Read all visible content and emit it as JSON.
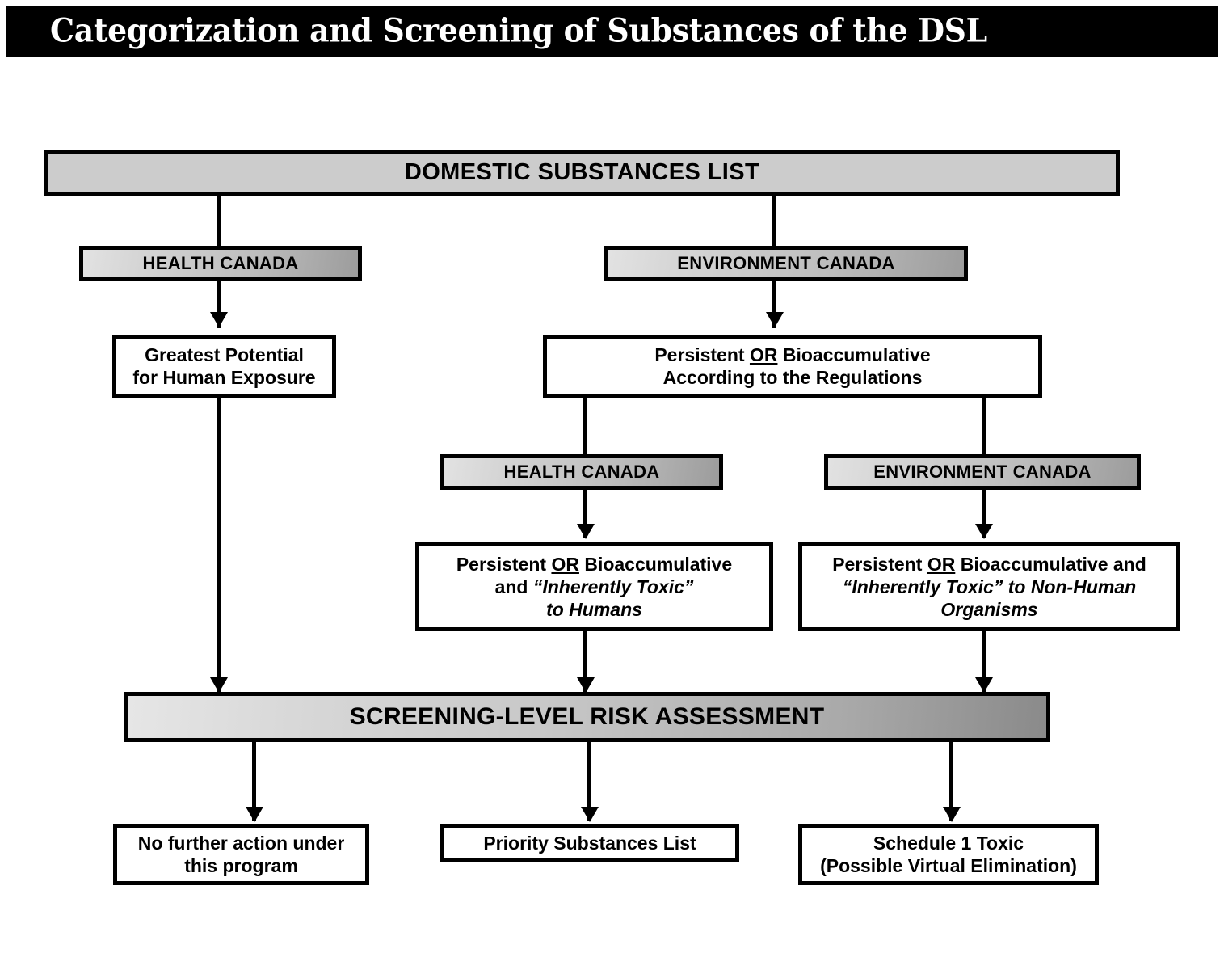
{
  "banner": {
    "title": "Categorization and Screening of Substances of the DSL"
  },
  "nodes": {
    "dsl": {
      "label": "DOMESTIC SUBSTANCES LIST"
    },
    "hc_top": {
      "label": "HEALTH CANADA"
    },
    "ec_top": {
      "label": "ENVIRONMENT CANADA"
    },
    "greatest_potential": {
      "line1": "Greatest Potential",
      "line2": "for Human Exposure"
    },
    "persistent_regs": {
      "l1_a": "Persistent ",
      "l1_or": "OR",
      "l1_b": " Bioaccumulative",
      "line2": "According to the Regulations"
    },
    "hc_mid": {
      "label": "HEALTH CANADA"
    },
    "ec_mid": {
      "label": "ENVIRONMENT CANADA"
    },
    "it_humans": {
      "l1_a": "Persistent ",
      "l1_or": "OR",
      "l1_b": " Bioaccumulative",
      "l2_a": "and ",
      "l2_it": "“Inherently Toxic”",
      "l3_it": "to Humans"
    },
    "it_nonhuman": {
      "l1_a": "Persistent ",
      "l1_or": "OR",
      "l1_b": " Bioaccumulative and",
      "l2_it": "“Inherently Toxic” to Non-Human",
      "l3_it": "Organisms"
    },
    "screening": {
      "label": "SCREENING-LEVEL RISK ASSESSMENT"
    },
    "no_action": {
      "line1": "No further action under",
      "line2": "this program"
    },
    "psl": {
      "label": "Priority Substances List"
    },
    "schedule1": {
      "line1": "Schedule 1 Toxic",
      "line2": "(Possible Virtual Elimination)"
    }
  },
  "colors": {
    "banner_bg": "#000000",
    "banner_text": "#ffffff",
    "box_border": "#000000",
    "box_fill": "#ffffff",
    "flat_gray_fill": "#cccccc",
    "chip_gradient_start": "#e2e2e2",
    "chip_gradient_end": "#9c9c9c",
    "bigbar_gradient_start": "#e6e6e6",
    "bigbar_gradient_end": "#8a8a8a",
    "connector": "#000000"
  }
}
